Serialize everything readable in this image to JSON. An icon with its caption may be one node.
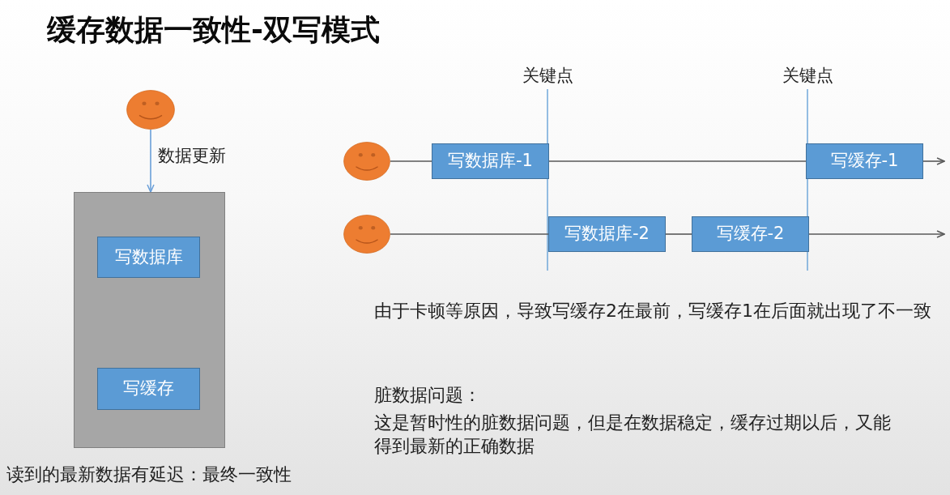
{
  "diagram": {
    "title": "缓存数据一致性-双写模式",
    "nodes": [
      {
        "text": [],
        "shape": "person"
      },
      {
        "text": [],
        "shape": "box"
      },
      {
        "text": [
          "写数据库"
        ],
        "in": 1
      },
      {
        "text": [
          "写缓存"
        ],
        "in": 1
      },
      {
        "text": [],
        "shape": "person"
      },
      {
        "text": [
          "写数据库-1"
        ]
      },
      {
        "text": [
          "写缓存-1"
        ]
      },
      {
        "text": [],
        "shape": "person"
      },
      {
        "text": [
          "写数据库-2"
        ]
      },
      {
        "text": [
          "写缓存-2"
        ]
      }
    ],
    "edges": [
      {
        "from": 0,
        "to": 1,
        "arrow": "to",
        "label": "数据更新",
        "color": "#6a9fd8"
      },
      {
        "from": 4,
        "to": 5,
        "arrow": "none"
      },
      {
        "from": 5,
        "to": 6,
        "arrow": "none"
      },
      {
        "from": 6,
        "to": null,
        "arrow": "to"
      },
      {
        "from": 7,
        "to": 8,
        "arrow": "none"
      },
      {
        "from": 8,
        "to": 9,
        "arrow": "none"
      },
      {
        "from": 9,
        "to": null,
        "arrow": "to"
      }
    ],
    "labels": [
      "关键点",
      "关键点",
      "由于卡顿等原因，导致写缓存2在最前，写缓存1在后面就出现了不一致",
      "脏数据问题：",
      "这是暂时性的脏数据问题，但是在数据稳定，缓存过期以后，又能得到最新的正确数据",
      "读到的最新数据有延迟：最终一致性"
    ]
  }
}
